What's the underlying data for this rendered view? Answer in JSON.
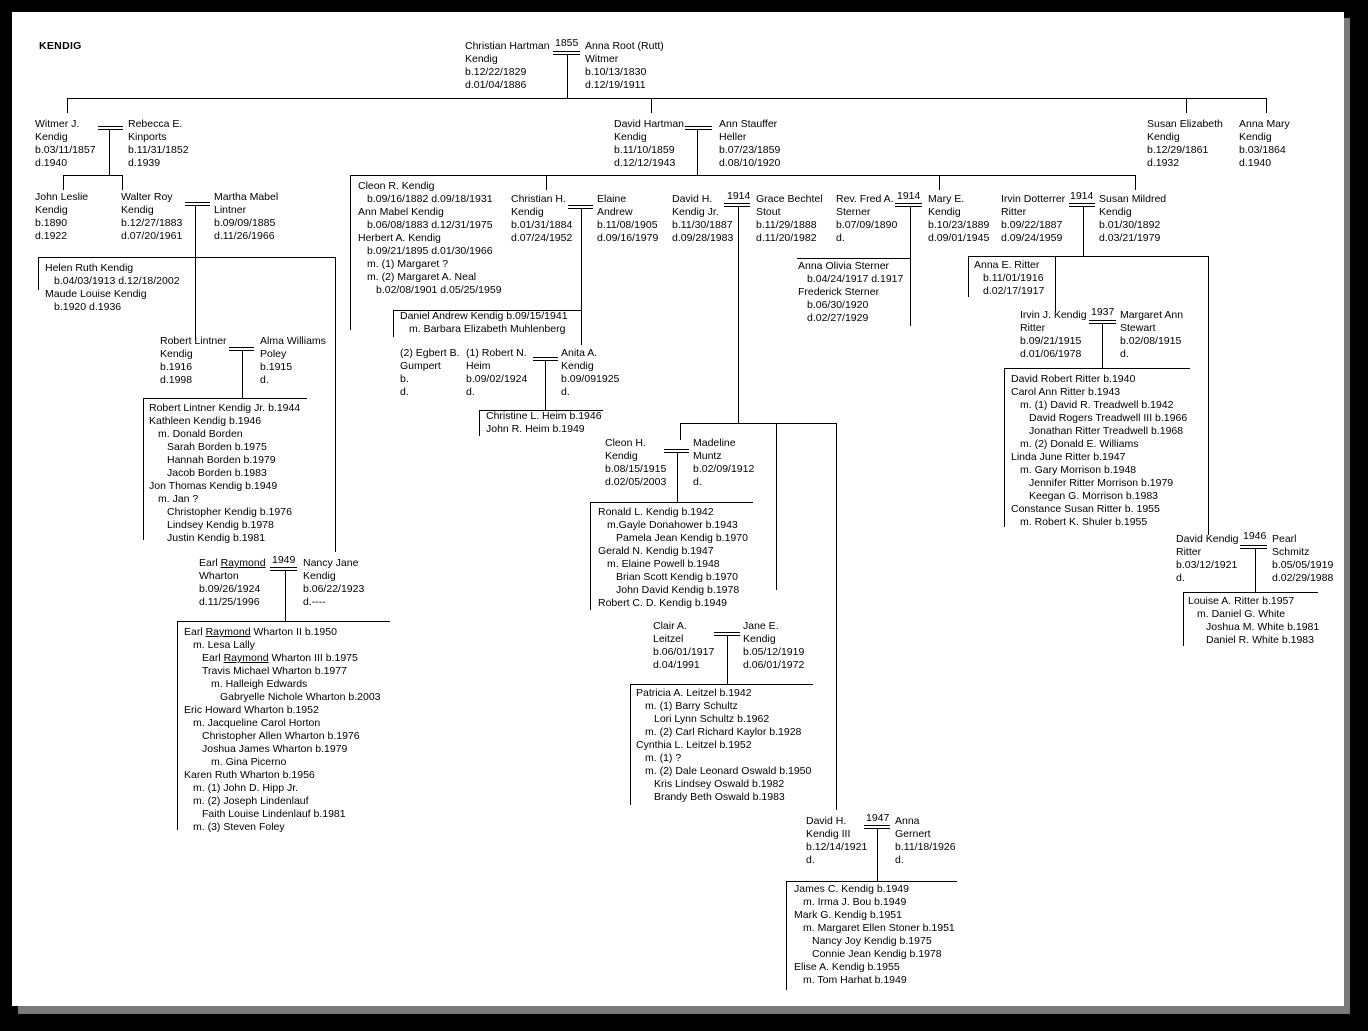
{
  "title": "KENDIG",
  "marriage_years": [
    "1855",
    "1914",
    "1914",
    "1914",
    "1937",
    "1946",
    "1947",
    "1949"
  ],
  "blocks": [
    {
      "role": "person",
      "lines": [
        "Christian Hartman",
        "Kendig",
        "b.12/22/1829",
        "d.01/04/1886"
      ]
    },
    {
      "role": "spouse",
      "lines": [
        "Anna Root (Rutt)",
        "Witmer",
        "b.10/13/1830",
        "d.12/19/1911"
      ]
    },
    {
      "role": "person",
      "lines": [
        "Witmer J.",
        "Kendig",
        "b.03/11/1857",
        "d.1940"
      ]
    },
    {
      "role": "spouse",
      "lines": [
        "Rebecca E.",
        "Kinports",
        "b.11/31/1852",
        "d.1939"
      ]
    },
    {
      "role": "person",
      "lines": [
        "John Leslie",
        "Kendig",
        "b.1890",
        "d.1922"
      ]
    },
    {
      "role": "person",
      "lines": [
        "Walter Roy",
        "Kendig",
        "b.12/27/1883",
        "d.07/20/1961"
      ]
    },
    {
      "role": "spouse",
      "lines": [
        "Martha Mabel",
        "Lintner",
        "b.09/09/1885",
        "d.11/26/1966"
      ]
    },
    {
      "role": "list",
      "lines": [
        {
          "t": "Helen Ruth Kendig",
          "i": 0
        },
        {
          "t": "b.04/03/1913 d.12/18/2002",
          "i": 1
        },
        {
          "t": "Maude Louise Kendig",
          "i": 0
        },
        {
          "t": "b.1920 d.1936",
          "i": 1
        }
      ]
    },
    {
      "role": "person",
      "lines": [
        "Robert Lintner",
        "Kendig",
        "b.1916",
        "d.1998"
      ]
    },
    {
      "role": "spouse",
      "lines": [
        "Alma Williams",
        "Poley",
        "b.1915",
        "d."
      ]
    },
    {
      "role": "list",
      "lines": [
        {
          "t": "Robert Lintner Kendig Jr. b.1944",
          "i": 0
        },
        {
          "t": "Kathleen Kendig b.1946",
          "i": 0
        },
        {
          "t": "m. Donald Borden",
          "i": 1
        },
        {
          "t": "Sarah Borden b.1975",
          "i": 2
        },
        {
          "t": "Hannah Borden b.1979",
          "i": 2
        },
        {
          "t": "Jacob Borden b.1983",
          "i": 2
        },
        {
          "t": "Jon Thomas Kendig b.1949",
          "i": 0
        },
        {
          "t": "m. Jan ?",
          "i": 1
        },
        {
          "t": "Christopher Kendig b.1976",
          "i": 2
        },
        {
          "t": "Lindsey Kendig b.1978",
          "i": 2
        },
        {
          "t": "Justin Kendig b.1981",
          "i": 2
        }
      ]
    },
    {
      "role": "person",
      "lines": [
        {
          "t": "Earl Raymond",
          "u": "Raymond"
        },
        "Wharton",
        "b.09/26/1924",
        "d.11/25/1996"
      ]
    },
    {
      "role": "spouse",
      "lines": [
        "Nancy Jane",
        "Kendig",
        "b.06/22/1923",
        "d.----"
      ]
    },
    {
      "role": "list",
      "lines": [
        {
          "t": "Earl Raymond Wharton II b.1950",
          "i": 0,
          "u": "Raymond"
        },
        {
          "t": "m. Lesa Lally",
          "i": 1
        },
        {
          "t": "Earl Raymond Wharton III b.1975",
          "i": 2,
          "u": "Raymond"
        },
        {
          "t": "Travis Michael Wharton b.1977",
          "i": 2
        },
        {
          "t": "m. Halleigh Edwards",
          "i": 3
        },
        {
          "t": "Gabryelle Nichole Wharton b.2003",
          "i": 4
        },
        {
          "t": "Eric Howard Wharton b.1952",
          "i": 0
        },
        {
          "t": "m. Jacqueline Carol Horton",
          "i": 1
        },
        {
          "t": "Christopher Allen Wharton b.1976",
          "i": 2
        },
        {
          "t": "Joshua James Wharton b.1979",
          "i": 2
        },
        {
          "t": "m. Gina Picerno",
          "i": 3
        },
        {
          "t": "Karen Ruth Wharton b.1956",
          "i": 0
        },
        {
          "t": "m. (1) John D. Hipp Jr.",
          "i": 1
        },
        {
          "t": "m. (2) Joseph Lindenlauf",
          "i": 1
        },
        {
          "t": "Faith Louise Lindenlauf b.1981",
          "i": 2
        },
        {
          "t": "m. (3) Steven Foley",
          "i": 1
        }
      ]
    },
    {
      "role": "person",
      "lines": [
        "David Hartman",
        "Kendig",
        "b.11/10/1859",
        "d.12/12/1943"
      ]
    },
    {
      "role": "spouse",
      "lines": [
        "Ann Stauffer",
        "Heller",
        "b.07/23/1859",
        "d.08/10/1920"
      ]
    },
    {
      "role": "list",
      "lines": [
        {
          "t": "Cleon R. Kendig",
          "i": 0
        },
        {
          "t": "b.09/16/1882 d.09/18/1931",
          "i": 1
        },
        {
          "t": "Ann Mabel Kendig",
          "i": 0
        },
        {
          "t": "b.06/08/1883 d.12/31/1975",
          "i": 1
        },
        {
          "t": "Herbert A. Kendig",
          "i": 0
        },
        {
          "t": "b.09/21/1895 d.01/30/1966",
          "i": 1
        },
        {
          "t": "m. (1) Margaret ?",
          "i": 1
        },
        {
          "t": "m. (2) Margaret A. Neal",
          "i": 1
        },
        {
          "t": "b.02/08/1901 d.05/25/1959",
          "i": 2
        }
      ]
    },
    {
      "role": "person",
      "lines": [
        "Christian H.",
        "Kendig",
        "b.01/31/1884",
        "d.07/24/1952"
      ]
    },
    {
      "role": "spouse",
      "lines": [
        "Elaine",
        "Andrew",
        "b.11/08/1905",
        "d.09/16/1979"
      ]
    },
    {
      "role": "list",
      "lines": [
        {
          "t": "Daniel Andrew Kendig b.09/15/1941",
          "i": 0
        },
        {
          "t": "m. Barbara Elizabeth Muhlenberg",
          "i": 1
        }
      ]
    },
    {
      "role": "spouse",
      "lines": [
        "(2) Egbert B.",
        "Gumpert",
        "b.",
        "d."
      ]
    },
    {
      "role": "spouse",
      "lines": [
        "(1) Robert N.",
        "Heim",
        "b.09/02/1924",
        "d."
      ]
    },
    {
      "role": "person",
      "lines": [
        "Anita A.",
        "Kendig",
        "b.09/091925",
        "d."
      ]
    },
    {
      "role": "list",
      "lines": [
        {
          "t": "Christine L. Heim b.1946",
          "i": 0
        },
        {
          "t": "John R. Heim b.1949",
          "i": 0
        }
      ]
    },
    {
      "role": "person",
      "lines": [
        "David H.",
        "Kendig Jr.",
        "b.11/30/1887",
        "d.09/28/1983"
      ]
    },
    {
      "role": "spouse",
      "lines": [
        "Grace Bechtel",
        "Stout",
        "b.11/29/1888",
        "d.11/20/1982"
      ]
    },
    {
      "role": "person",
      "lines": [
        "Cleon H.",
        "Kendig",
        "b.08/15/1915",
        "d.02/05/2003"
      ]
    },
    {
      "role": "spouse",
      "lines": [
        "Madeline",
        "Muntz",
        "b.02/09/1912",
        "d."
      ]
    },
    {
      "role": "list",
      "lines": [
        {
          "t": "Ronald L. Kendig b.1942",
          "i": 0
        },
        {
          "t": "m.Gayle Donahower b.1943",
          "i": 1
        },
        {
          "t": "Pamela Jean Kendig b.1970",
          "i": 2
        },
        {
          "t": "Gerald N. Kendig b.1947",
          "i": 0
        },
        {
          "t": "m. Elaine Powell b.1948",
          "i": 1
        },
        {
          "t": "Brian Scott Kendig b.1970",
          "i": 2
        },
        {
          "t": "John David Kendig b.1978",
          "i": 2
        },
        {
          "t": "Robert C. D. Kendig b.1949",
          "i": 0
        }
      ]
    },
    {
      "role": "spouse",
      "lines": [
        "Clair A.",
        "Leitzel",
        "b.06/01/1917",
        "d.04/1991"
      ]
    },
    {
      "role": "person",
      "lines": [
        "Jane E.",
        "Kendig",
        "b.05/12/1919",
        "d.06/01/1972"
      ]
    },
    {
      "role": "list",
      "lines": [
        {
          "t": "Patricia A. Leitzel b.1942",
          "i": 0
        },
        {
          "t": "m. (1) Barry Schultz",
          "i": 1
        },
        {
          "t": "Lori Lynn Schultz b.1962",
          "i": 2
        },
        {
          "t": "m. (2) Carl Richard Kaylor b.1928",
          "i": 1
        },
        {
          "t": "Cynthia L. Leitzel b.1952",
          "i": 0
        },
        {
          "t": "m. (1) ?",
          "i": 1
        },
        {
          "t": "m. (2) Dale Leonard Oswald b.1950",
          "i": 1
        },
        {
          "t": "Kris Lindsey Oswald b.1982",
          "i": 2
        },
        {
          "t": "Brandy Beth Oswald b.1983",
          "i": 2
        }
      ]
    },
    {
      "role": "person",
      "lines": [
        "David H.",
        "Kendig III",
        "b.12/14/1921",
        "d."
      ]
    },
    {
      "role": "spouse",
      "lines": [
        "Anna",
        "Gernert",
        "b.11/18/1926",
        "d."
      ]
    },
    {
      "role": "list",
      "lines": [
        {
          "t": "James C. Kendig b.1949",
          "i": 0
        },
        {
          "t": "m. Irma J. Bou b.1949",
          "i": 1
        },
        {
          "t": "Mark G. Kendig b.1951",
          "i": 0
        },
        {
          "t": "m. Margaret Ellen Stoner b.1951",
          "i": 1
        },
        {
          "t": "Nancy Joy Kendig b.1975",
          "i": 2
        },
        {
          "t": "Connie Jean Kendig b.1978",
          "i": 2
        },
        {
          "t": "Elise A. Kendig b.1955",
          "i": 0
        },
        {
          "t": "m. Tom Harhat b.1949",
          "i": 1
        }
      ]
    },
    {
      "role": "spouse",
      "lines": [
        "Rev. Fred A.",
        "Sterner",
        "b.07/09/1890",
        "d."
      ]
    },
    {
      "role": "person",
      "lines": [
        "Mary E.",
        "Kendig",
        "b.10/23/1889",
        "d.09/01/1945"
      ]
    },
    {
      "role": "list",
      "lines": [
        {
          "t": "Anna Olivia Sterner",
          "i": 0
        },
        {
          "t": "b.04/24/1917 d.1917",
          "i": 1
        },
        {
          "t": "Frederick Sterner",
          "i": 0
        },
        {
          "t": "b.06/30/1920",
          "i": 1
        },
        {
          "t": "d.02/27/1929",
          "i": 1
        }
      ]
    },
    {
      "role": "spouse",
      "lines": [
        "Irvin Dotterrer",
        "Ritter",
        "b.09/22/1887",
        "d.09/24/1959"
      ]
    },
    {
      "role": "person",
      "lines": [
        "Susan Mildred",
        "Kendig",
        "b.01/30/1892",
        "d.03/21/1979"
      ]
    },
    {
      "role": "list",
      "lines": [
        {
          "t": "Anna E. Ritter",
          "i": 0
        },
        {
          "t": "b.11/01/1916",
          "i": 1
        },
        {
          "t": "d.02/17/1917",
          "i": 1
        }
      ]
    },
    {
      "role": "person",
      "lines": [
        "Irvin J. Kendig",
        "Ritter",
        "b.09/21/1915",
        "d.01/06/1978"
      ]
    },
    {
      "role": "spouse",
      "lines": [
        "Margaret Ann",
        "Stewart",
        "b.02/08/1915",
        "d."
      ]
    },
    {
      "role": "list",
      "lines": [
        {
          "t": "David Robert Ritter b.1940",
          "i": 0
        },
        {
          "t": "Carol Ann Ritter b.1943",
          "i": 0
        },
        {
          "t": "m. (1) David R. Treadwell b.1942",
          "i": 1
        },
        {
          "t": "David Rogers Treadwell III b.1966",
          "i": 2
        },
        {
          "t": "Jonathan Ritter Treadwell b.1968",
          "i": 2
        },
        {
          "t": "m. (2) Donald E. Williams",
          "i": 1
        },
        {
          "t": "Linda June Ritter b.1947",
          "i": 0
        },
        {
          "t": "m. Gary Morrison b.1948",
          "i": 1
        },
        {
          "t": "Jennifer Ritter Morrison b.1979",
          "i": 2
        },
        {
          "t": "Keegan G. Morrison b.1983",
          "i": 2
        },
        {
          "t": "Constance Susan Ritter b. 1955",
          "i": 0
        },
        {
          "t": "m. Robert K. Shuler b.1955",
          "i": 1
        }
      ]
    },
    {
      "role": "person",
      "lines": [
        "David Kendig",
        "Ritter",
        "b.03/12/1921",
        "d."
      ]
    },
    {
      "role": "spouse",
      "lines": [
        "Pearl",
        "Schmitz",
        "b.05/05/1919",
        "d.02/29/1988"
      ]
    },
    {
      "role": "list",
      "lines": [
        {
          "t": "Louise A. Ritter b.1957",
          "i": 0
        },
        {
          "t": "m. Daniel G. White",
          "i": 1
        },
        {
          "t": "Joshua M. White b.1981",
          "i": 2
        },
        {
          "t": "Daniel R. White b.1983",
          "i": 2
        }
      ]
    },
    {
      "role": "person",
      "lines": [
        "Susan Elizabeth",
        "Kendig",
        "b.12/29/1861",
        "d.1932"
      ]
    },
    {
      "role": "person",
      "lines": [
        "Anna Mary",
        "Kendig",
        "b.03/1864",
        "d.1940"
      ]
    }
  ]
}
